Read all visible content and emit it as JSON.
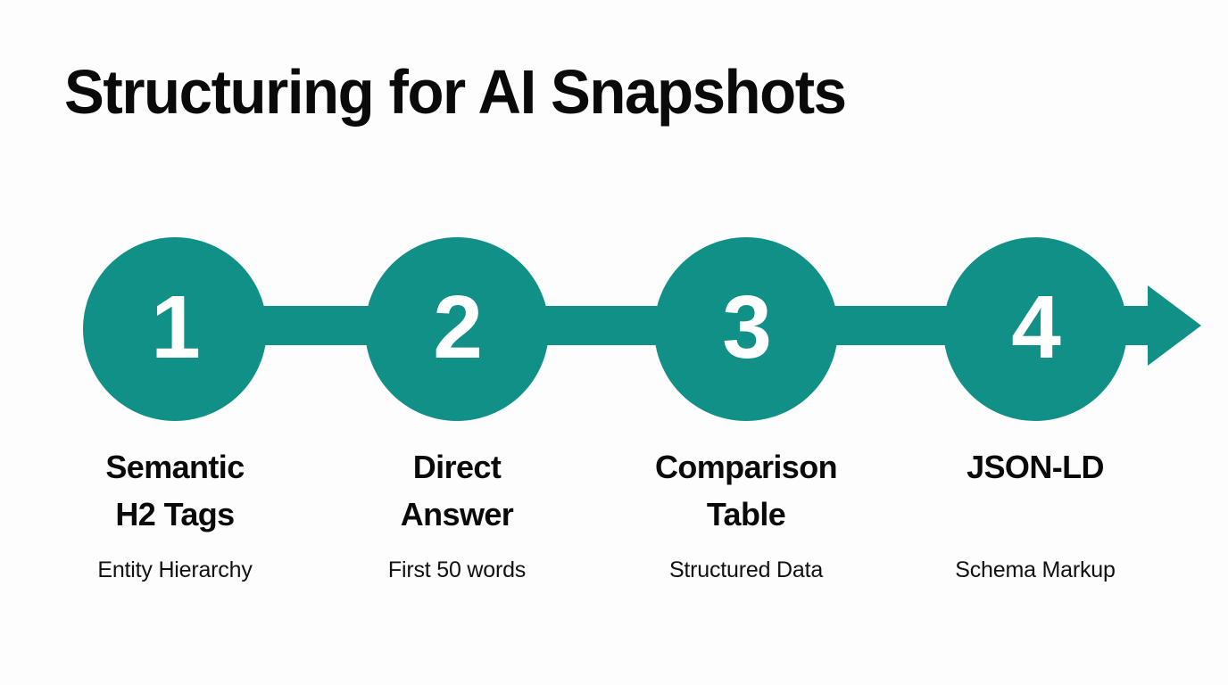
{
  "title": "Structuring for AI Snapshots",
  "colors": {
    "accent": "#109086",
    "background": "#fdfdfd",
    "text": "#0a0a0a",
    "number_text": "#ffffff"
  },
  "flow": {
    "arrow_direction": "right",
    "steps": [
      {
        "number": "1",
        "title": "Semantic\nH2 Tags",
        "subtitle": "Entity Hierarchy"
      },
      {
        "number": "2",
        "title": "Direct\nAnswer",
        "subtitle": "First 50 words"
      },
      {
        "number": "3",
        "title": "Comparison\nTable",
        "subtitle": "Structured Data"
      },
      {
        "number": "4",
        "title": "JSON-LD",
        "subtitle": "Schema Markup"
      }
    ]
  }
}
